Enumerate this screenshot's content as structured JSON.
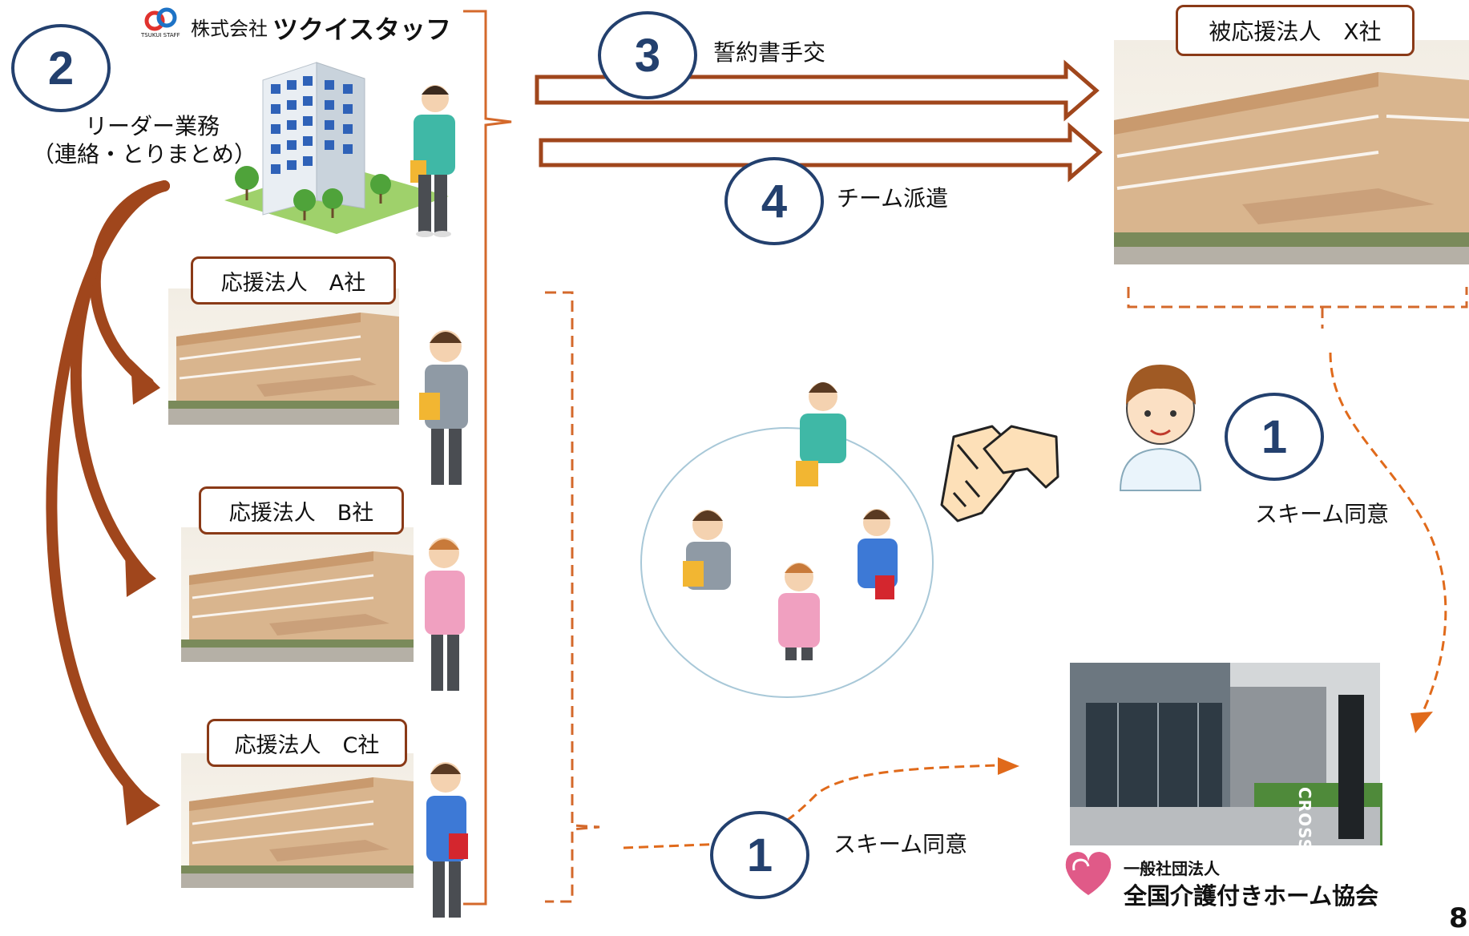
{
  "company": {
    "logo_sub": "TSUKUI STAFF",
    "prefix": "株式会社",
    "name": "ツクイスタッフ"
  },
  "steps": {
    "leader": {
      "number": "2",
      "line1": "リーダー業務",
      "line2": "（連絡・とりまとめ）"
    },
    "oath": {
      "number": "3",
      "label": "誓約書手交"
    },
    "dispatch": {
      "number": "4",
      "label": "チーム派遣"
    },
    "consent_right": {
      "number": "1",
      "label": "スキーム同意"
    },
    "consent_bottom": {
      "number": "1",
      "label": "スキーム同意"
    }
  },
  "corporations": {
    "a": "応援法人　A社",
    "b": "応援法人　B社",
    "c": "応援法人　C社",
    "x": "被応援法人　X社"
  },
  "office_sign": "CROSS OFFICE",
  "association": {
    "line1": "一般社団法人",
    "line2": "全国介護付きホーム協会"
  },
  "page_number": "8",
  "colors": {
    "arrow": "#a0461c",
    "dash": "#e06a1b",
    "circle_border": "#23406e",
    "bracket": "#d4692b",
    "box_border": "#8a3a17"
  }
}
